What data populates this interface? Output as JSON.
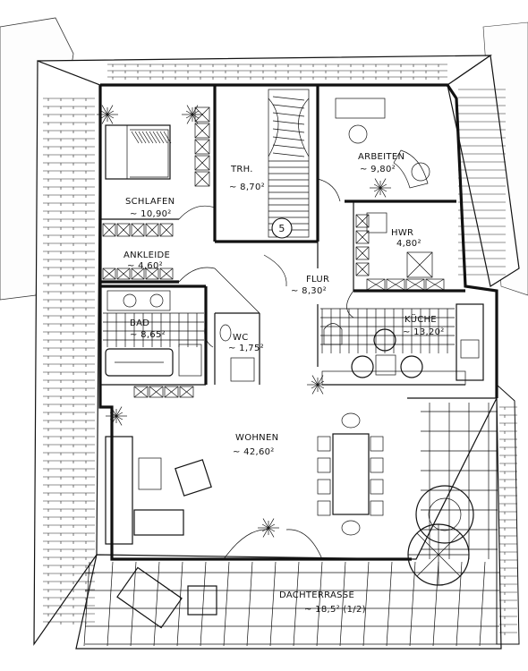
{
  "floor_number": "5",
  "rooms": [
    {
      "id": "schlafen",
      "name": "SCHLAFEN",
      "area": "~ 10,90²"
    },
    {
      "id": "ankleide",
      "name": "ANKLEIDE",
      "area": "~ 4,60²"
    },
    {
      "id": "trh",
      "name": "TRH.",
      "area": "~ 8,70²"
    },
    {
      "id": "arbeiten",
      "name": "ARBEITEN",
      "area": "~ 9,80²"
    },
    {
      "id": "hwr",
      "name": "HWR",
      "area": "4,80²"
    },
    {
      "id": "flur",
      "name": "FLUR",
      "area": "~ 8,30²"
    },
    {
      "id": "bad",
      "name": "BAD",
      "area": "~ 8,65²"
    },
    {
      "id": "wc",
      "name": "WC",
      "area": "~ 1,75²"
    },
    {
      "id": "kueche",
      "name": "KÜCHE",
      "area": "~ 13,20²"
    },
    {
      "id": "wohnen",
      "name": "WOHNEN",
      "area": "~ 42,60²"
    },
    {
      "id": "dachterrasse",
      "name": "DACHTERRASSE",
      "area": "~ 18,5² (1/2)"
    }
  ]
}
